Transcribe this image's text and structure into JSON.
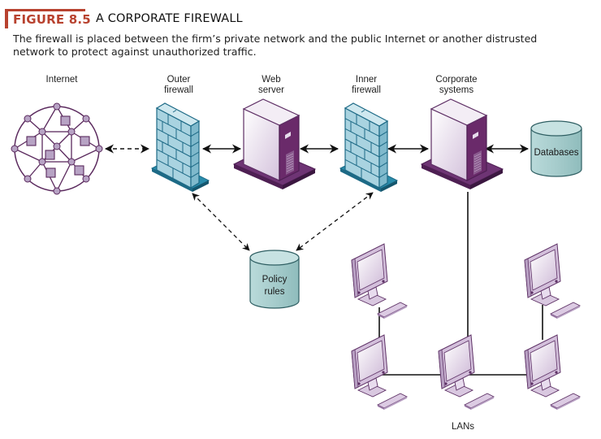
{
  "figure": {
    "number": "FIGURE 8.5",
    "title": "A CORPORATE FIREWALL",
    "caption_line1": "The firewall is placed between the firm’s private network and the public Internet or another distrusted",
    "caption_line2": "network to protect against unauthorized traffic.",
    "accent_color": "#b8422f"
  },
  "nodes": {
    "internet": {
      "label": "Internet",
      "icon": "network-globe-icon"
    },
    "outer_firewall": {
      "label_line1": "Outer",
      "label_line2": "firewall",
      "icon": "brick-wall-firewall-icon"
    },
    "web_server": {
      "label_line1": "Web",
      "label_line2": "server",
      "icon": "server-tower-icon"
    },
    "inner_firewall": {
      "label_line1": "Inner",
      "label_line2": "firewall",
      "icon": "brick-wall-firewall-icon"
    },
    "corporate_systems": {
      "label_line1": "Corporate",
      "label_line2": "systems",
      "icon": "server-tower-icon"
    },
    "databases": {
      "label": "Databases",
      "icon": "database-cylinder-icon"
    },
    "policy_rules": {
      "label_line1": "Policy",
      "label_line2": "rules",
      "icon": "database-cylinder-icon"
    },
    "lans": {
      "label": "LANs",
      "icon": "desktop-computer-icon",
      "computer_count": 5
    }
  },
  "connections": [
    {
      "from": "Internet",
      "to": "Outer firewall",
      "style": "dashed",
      "direction": "bidirectional"
    },
    {
      "from": "Outer firewall",
      "to": "Web server",
      "style": "solid",
      "direction": "bidirectional"
    },
    {
      "from": "Web server",
      "to": "Inner firewall",
      "style": "solid",
      "direction": "bidirectional"
    },
    {
      "from": "Inner firewall",
      "to": "Corporate systems",
      "style": "solid",
      "direction": "bidirectional"
    },
    {
      "from": "Corporate systems",
      "to": "Databases",
      "style": "solid",
      "direction": "bidirectional"
    },
    {
      "from": "Outer firewall",
      "to": "Policy rules",
      "style": "dashed",
      "direction": "bidirectional"
    },
    {
      "from": "Inner firewall",
      "to": "Policy rules",
      "style": "dashed",
      "direction": "bidirectional"
    },
    {
      "from": "Corporate systems",
      "to": "LANs",
      "style": "solid",
      "direction": "none"
    }
  ],
  "colors": {
    "firewall_brick": "#a9d3e0",
    "firewall_outline": "#1d6a86",
    "firewall_base": "#2a8cab",
    "server_body": "#e6dcec",
    "server_dark": "#6a2a6a",
    "server_base": "#6e3474",
    "globe_line": "#5b2a5e",
    "globe_node": "#b7a3c4",
    "database_fill": "#a9cfcf",
    "database_outline": "#2f5f63",
    "monitor_fill": "#e8dcee",
    "monitor_outline": "#5e3266"
  }
}
